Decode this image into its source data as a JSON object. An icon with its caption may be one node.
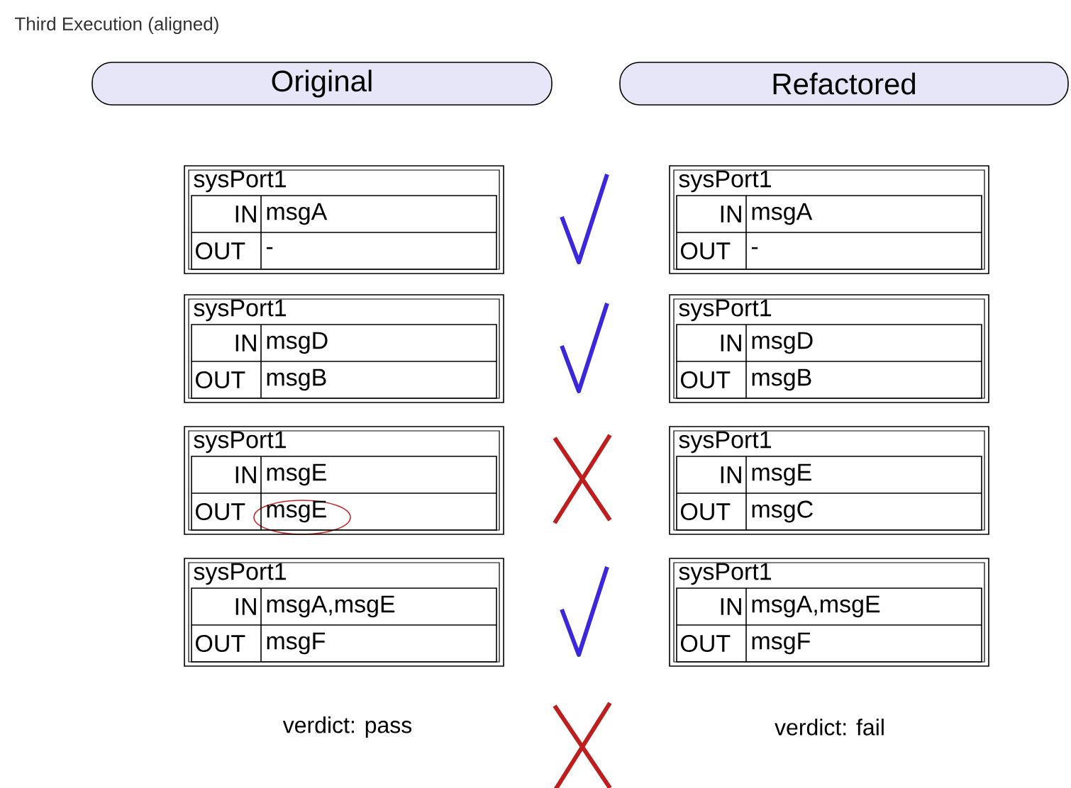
{
  "diagram": {
    "title": "Third Execution (aligned)",
    "nodes": [
      {
        "text": [
          "Original"
        ]
      },
      {
        "text": [
          "Refactored"
        ]
      },
      {
        "text": [
          "sysPort1",
          "IN",
          "msgA",
          "OUT",
          "-"
        ]
      },
      {
        "text": [
          "sysPort1",
          "IN",
          "msgA",
          "OUT",
          "-"
        ]
      },
      {
        "text": [
          "sysPort1",
          "IN",
          "msgD",
          "OUT",
          "msgB"
        ]
      },
      {
        "text": [
          "sysPort1",
          "IN",
          "msgD",
          "OUT",
          "msgB"
        ]
      },
      {
        "text": [
          "sysPort1",
          "IN",
          "msgE",
          "OUT",
          "msgE"
        ]
      },
      {
        "text": [
          "sysPort1",
          "IN",
          "msgE",
          "OUT",
          "msgC"
        ]
      },
      {
        "text": [
          "sysPort1",
          "IN",
          "msgA,msgE",
          "OUT",
          "msgF"
        ]
      },
      {
        "text": [
          "sysPort1",
          "IN",
          "msgA,msgE",
          "OUT",
          "msgF"
        ]
      }
    ],
    "labels": [
      "verdict: pass",
      "verdict: fail"
    ]
  }
}
